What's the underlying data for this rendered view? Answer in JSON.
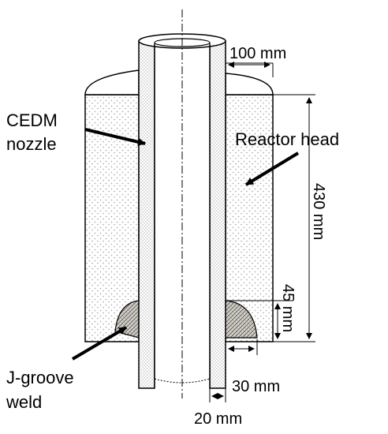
{
  "labels": {
    "cedm_line1": "CEDM",
    "cedm_line2": "nozzle",
    "reactor_head": "Reactor head",
    "jgroove_line1": "J-groove",
    "jgroove_line2": "weld"
  },
  "dimensions": {
    "nozzle_outer_offset": "100 mm",
    "head_thickness": "430 mm",
    "weld_height": "45 mm",
    "weld_width": "30 mm",
    "wall_thickness": "20 mm"
  },
  "colors": {
    "line": "#000000",
    "stipple": "#9a9a9a",
    "weld_hatch": "#555555",
    "wall_dots": "#8a8a8a"
  }
}
